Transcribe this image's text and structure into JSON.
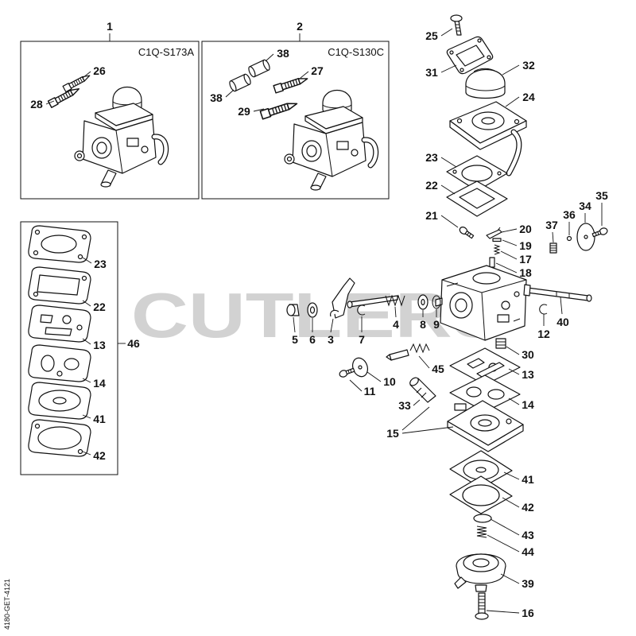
{
  "watermark": "CUTLERS",
  "drawing_code": "4180-GET-4121",
  "assembly_1": {
    "callout": "1",
    "model": "C1Q-S173A",
    "parts": [
      "26",
      "28"
    ]
  },
  "assembly_2": {
    "callout": "2",
    "model": "C1Q-S130C",
    "parts": [
      "38",
      "27",
      "38",
      "29"
    ]
  },
  "kit": {
    "callout": "46",
    "parts": [
      "23",
      "22",
      "13",
      "14",
      "41",
      "42"
    ]
  },
  "main_carburetor": {
    "parts": [
      "25",
      "31",
      "32",
      "24",
      "23",
      "22",
      "21",
      "20",
      "19",
      "17",
      "18",
      "37",
      "36",
      "34",
      "35",
      "12",
      "40",
      "30",
      "13",
      "14",
      "41",
      "42",
      "43",
      "44",
      "39",
      "16"
    ]
  },
  "linkage": {
    "parts": [
      "5",
      "6",
      "3",
      "7",
      "4",
      "8",
      "9",
      "45",
      "10",
      "11",
      "33",
      "15"
    ]
  }
}
